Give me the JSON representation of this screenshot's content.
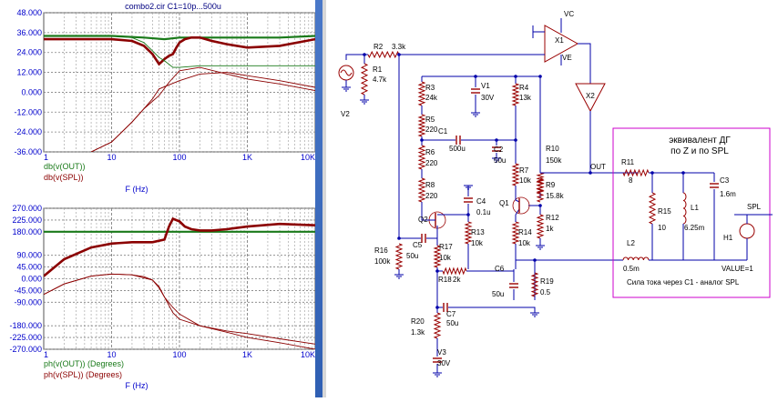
{
  "colors": {
    "axis_text": "#0000cc",
    "grid": "#a8a8a8",
    "out": "#1a7a1a",
    "spl": "#8b0000",
    "wire": "#0000aa",
    "part": "#990000",
    "box": "#cc00cc",
    "title": "#000080"
  },
  "plot_title": "combo2.cir C1=10p...500u",
  "chart_data": [
    {
      "type": "line",
      "title": "combo2.cir C1=10p...500u",
      "xlabel": "F (Hz)",
      "xscale": "log",
      "xlim": [
        1,
        10000
      ],
      "ylim": [
        -36,
        48
      ],
      "yticks": [
        "48.000",
        "36.000",
        "24.000",
        "12.000",
        "0.000",
        "-12.000",
        "-24.000",
        "-36.000"
      ],
      "xticks": [
        "1",
        "10",
        "100",
        "1K",
        "10K"
      ],
      "series": [
        {
          "name": "db(v(OUT))",
          "style": "solid",
          "x": [
            1,
            10,
            30,
            60,
            100,
            300,
            1000,
            3000,
            10000
          ],
          "y": [
            34,
            34,
            33,
            32,
            33,
            33,
            33,
            33,
            34
          ]
        },
        {
          "name": "db(v(SPL))",
          "style": "bold",
          "x": [
            1,
            5,
            10,
            20,
            30,
            40,
            50,
            60,
            70,
            80,
            90,
            100,
            120,
            150,
            200,
            300,
            500,
            1000,
            3000,
            10000
          ],
          "y": [
            32,
            32,
            32,
            31,
            28,
            23,
            17,
            20,
            22,
            23,
            27,
            30,
            32,
            33,
            33,
            31,
            29,
            27,
            28,
            32
          ]
        },
        {
          "name": "db(v(SPL))",
          "style": "thin",
          "x": [
            5,
            10,
            20,
            30,
            50,
            70,
            100,
            200,
            500,
            1000,
            3000,
            10000
          ],
          "y": [
            -36,
            -30,
            -18,
            -10,
            -2,
            6,
            13,
            15,
            11,
            8,
            5,
            1
          ]
        },
        {
          "name": "db(v(SPL))",
          "style": "thin",
          "x": [
            5,
            10,
            20,
            30,
            40,
            50,
            100,
            200,
            500,
            1000,
            3000,
            10000
          ],
          "y": [
            -36,
            -30,
            -18,
            -10,
            -4,
            2,
            7,
            11,
            12,
            10,
            7,
            3
          ]
        },
        {
          "name": "db(v(OUT))",
          "style": "thin",
          "x": [
            1,
            10,
            20,
            30,
            40,
            50,
            60,
            80,
            100,
            200,
            300,
            1000,
            10000
          ],
          "y": [
            34,
            34,
            33,
            30,
            25,
            21,
            19,
            15,
            15,
            16,
            16,
            16,
            16
          ]
        }
      ]
    },
    {
      "type": "line",
      "xlabel": "F (Hz)",
      "xscale": "log",
      "xlim": [
        1,
        10000
      ],
      "ylim": [
        -270,
        270
      ],
      "yticks": [
        "270.000",
        "225.000",
        "180.000",
        "90.000",
        "45.000",
        "0.000",
        "-45.000",
        "-90.000",
        "-180.000",
        "-225.000",
        "-270.000"
      ],
      "xticks": [
        "1",
        "10",
        "100",
        "1K",
        "10K"
      ],
      "series": [
        {
          "name": "ph(v(OUT)) (Degrees)",
          "style": "solid",
          "x": [
            1,
            10,
            100,
            1000,
            10000
          ],
          "y": [
            180,
            180,
            180,
            180,
            180
          ]
        },
        {
          "name": "ph(v(SPL)) (Degrees)",
          "style": "bold",
          "x": [
            1,
            2,
            5,
            10,
            20,
            40,
            60,
            70,
            80,
            100,
            120,
            150,
            200,
            300,
            500,
            1000,
            3000,
            10000
          ],
          "y": [
            10,
            75,
            120,
            135,
            140,
            140,
            150,
            200,
            230,
            220,
            200,
            190,
            185,
            185,
            190,
            200,
            210,
            205
          ]
        },
        {
          "name": "ph(v(SPL)) (Degrees)",
          "style": "thin",
          "x": [
            1,
            2,
            5,
            10,
            20,
            40,
            50,
            60,
            80,
            100,
            200,
            500,
            1000,
            3000,
            10000
          ],
          "y": [
            -60,
            -20,
            10,
            18,
            15,
            -5,
            -30,
            -70,
            -130,
            -155,
            -180,
            -200,
            -210,
            -230,
            -250
          ]
        },
        {
          "name": "ph(v(SPL)) (Degrees)",
          "style": "thin",
          "x": [
            1,
            2,
            5,
            10,
            20,
            30,
            40,
            50,
            60,
            80,
            100,
            200,
            500,
            1000,
            3000,
            10000
          ],
          "y": [
            -60,
            -20,
            10,
            18,
            15,
            8,
            -5,
            -35,
            -70,
            -110,
            -135,
            -180,
            -205,
            -225,
            -245,
            -270
          ]
        }
      ]
    }
  ],
  "legend1": [
    "db(v(OUT))",
    "db(v(SPL))"
  ],
  "legend2": [
    "ph(v(OUT)) (Degrees)",
    "ph(v(SPL)) (Degrees)"
  ],
  "xlabel": "F (Hz)",
  "schematic": {
    "labels": [
      {
        "t": "VC"
      },
      {
        "t": "X1"
      },
      {
        "t": "VE"
      },
      {
        "t": "X2"
      },
      {
        "t": "OUT"
      },
      {
        "t": "R2"
      },
      {
        "t": "3.3k"
      },
      {
        "t": "R1"
      },
      {
        "t": "4.7k"
      },
      {
        "t": "V2"
      },
      {
        "t": "R3"
      },
      {
        "t": "24k"
      },
      {
        "t": "V1"
      },
      {
        "t": "30V"
      },
      {
        "t": "R4"
      },
      {
        "t": "13k"
      },
      {
        "t": "R5"
      },
      {
        "t": "220"
      },
      {
        "t": "C1"
      },
      {
        "t": "R6"
      },
      {
        "t": "500u"
      },
      {
        "t": "220"
      },
      {
        "t": "C2"
      },
      {
        "t": "50u"
      },
      {
        "t": "R10"
      },
      {
        "t": "150k"
      },
      {
        "t": "R7"
      },
      {
        "t": "10k"
      },
      {
        "t": "R8"
      },
      {
        "t": "220"
      },
      {
        "t": "R9"
      },
      {
        "t": "15.8k"
      },
      {
        "t": "C4"
      },
      {
        "t": "0.1u"
      },
      {
        "t": "Q1"
      },
      {
        "t": "R12"
      },
      {
        "t": "1k"
      },
      {
        "t": "Q2"
      },
      {
        "t": "R13"
      },
      {
        "t": "10k"
      },
      {
        "t": "R14"
      },
      {
        "t": "10k"
      },
      {
        "t": "R16"
      },
      {
        "t": "100k"
      },
      {
        "t": "C5"
      },
      {
        "t": "50u"
      },
      {
        "t": "R17"
      },
      {
        "t": "10k"
      },
      {
        "t": "R18"
      },
      {
        "t": "2k"
      },
      {
        "t": "C6"
      },
      {
        "t": "50u"
      },
      {
        "t": "R19"
      },
      {
        "t": "0.5"
      },
      {
        "t": "C7"
      },
      {
        "t": "R20"
      },
      {
        "t": "50u"
      },
      {
        "t": "1.3k"
      },
      {
        "t": "V3"
      },
      {
        "t": "30V"
      },
      {
        "t": "R11"
      },
      {
        "t": "8"
      },
      {
        "t": "C3"
      },
      {
        "t": "1.6m"
      },
      {
        "t": "R15"
      },
      {
        "t": "L1"
      },
      {
        "t": "10"
      },
      {
        "t": "6.25m"
      },
      {
        "t": "H1"
      },
      {
        "t": "SPL"
      },
      {
        "t": "L2"
      },
      {
        "t": "0.5m"
      },
      {
        "t": "VALUE=1"
      }
    ],
    "box_title": [
      "эквивалент ДГ",
      "по Z и по SPL"
    ],
    "box_note": "Сила тока через C1 - аналог SPL"
  }
}
